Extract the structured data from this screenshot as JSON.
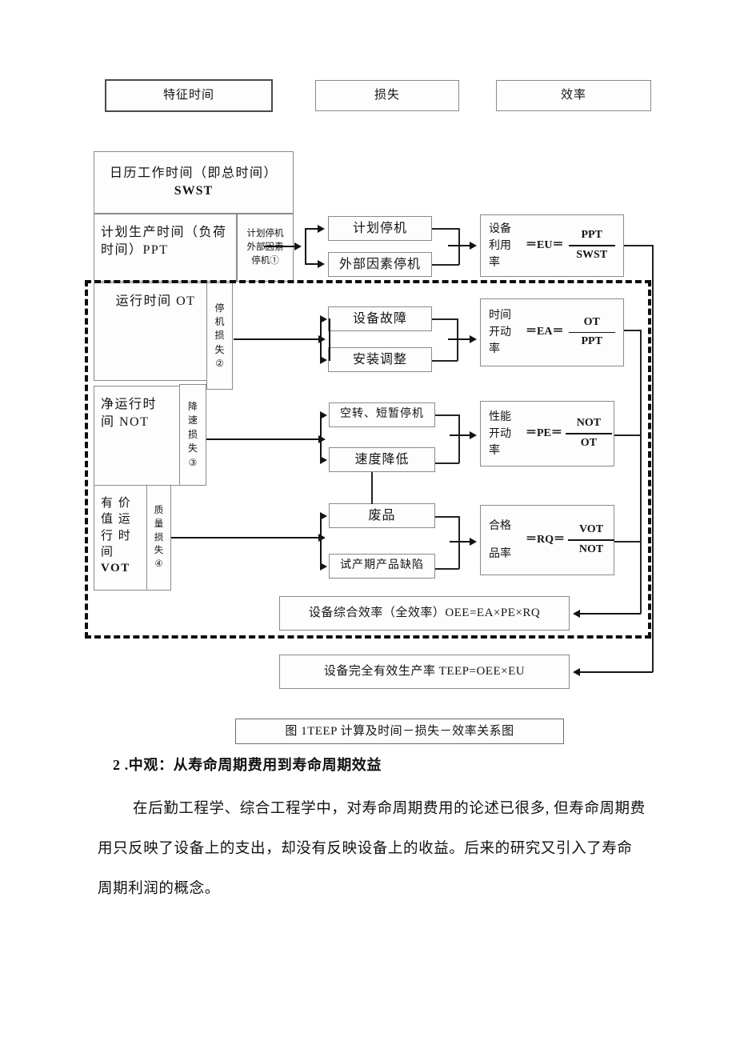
{
  "figure": {
    "headers": [
      {
        "label": "特征时间"
      },
      {
        "label": "损失"
      },
      {
        "label": "效率"
      }
    ],
    "time_column": {
      "swst": {
        "line1": "日历工作时间（即总时间）",
        "line2": "SWST"
      },
      "ppt": {
        "line1": "计划生产时间（负荷",
        "line2": "时间）PPT"
      },
      "ot": {
        "label": "运行时间  OT"
      },
      "not": {
        "line1": "净运行时",
        "line2": "间 NOT"
      },
      "vot": {
        "line1": "有 价",
        "line2": "值 运",
        "line3": "行 时",
        "line4": "间",
        "line5": "VOT"
      }
    },
    "loss_labels": {
      "planned": {
        "line1": "计划停机",
        "line2": "外部因素",
        "line3": "停机①"
      },
      "downtime": {
        "chars": [
          "停",
          "机",
          "损",
          "失",
          "②"
        ]
      },
      "speed": {
        "chars": [
          "降",
          "速",
          "损",
          "失",
          "③"
        ]
      },
      "quality": {
        "chars": [
          "质",
          "量",
          "损",
          "失",
          "④"
        ]
      }
    },
    "loss_boxes": [
      {
        "label": "计划停机"
      },
      {
        "label": "外部因素停机"
      },
      {
        "label": "设备故障"
      },
      {
        "label": "安装调整"
      },
      {
        "label": "空转、短暂停机"
      },
      {
        "label": "速度降低"
      },
      {
        "label": "废品"
      },
      {
        "label": "试产期产品缺陷"
      }
    ],
    "efficiency_boxes": [
      {
        "label_lines": [
          "设备",
          "利用",
          "率"
        ],
        "eq": "＝EU＝",
        "numerator": "PPT",
        "denominator": "SWST"
      },
      {
        "label_lines": [
          "时间",
          "开动",
          "率"
        ],
        "eq": "＝EA＝",
        "numerator": "OT",
        "denominator": "PPT"
      },
      {
        "label_lines": [
          "性能",
          "开动",
          "率"
        ],
        "eq": "＝PE＝",
        "numerator": "NOT",
        "denominator": "OT"
      },
      {
        "label_lines": [
          "合格",
          "",
          "品率"
        ],
        "eq": "＝RQ＝",
        "numerator": "VOT",
        "denominator": "NOT"
      }
    ],
    "summary": {
      "oee": "设备综合效率（全效率）OEE=EA×PE×RQ",
      "teep": "设备完全有效生产率 TEEP=OEE×EU"
    },
    "caption": "图 1TEEP 计算及时间－损失－效率关系图"
  },
  "body": {
    "heading": "2 .中观：从寿命周期费用到寿命周期效益",
    "paragraph_lines": [
      "在后勤工程学、综合工程学中，对寿命周期费用的论述已很多, 但寿命周期费",
      "用只反映了设备上的支出，却没有反映设备上的收益。后来的研究又引入了寿命",
      "周期利润的概念。"
    ]
  }
}
